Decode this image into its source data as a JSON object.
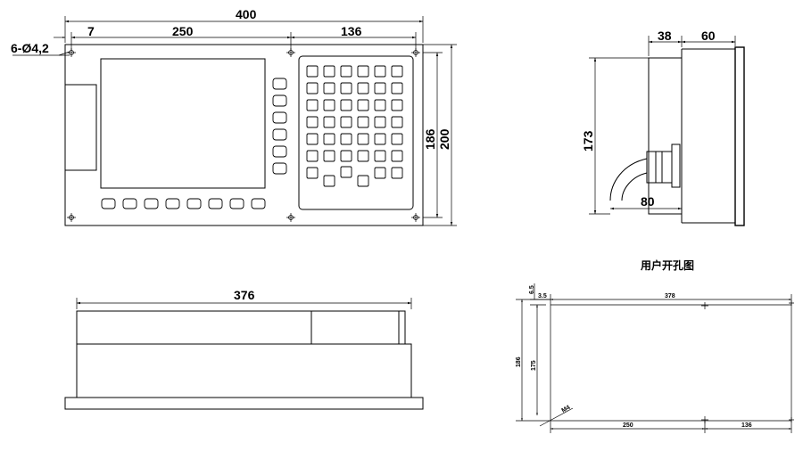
{
  "front_view": {
    "dims": {
      "overall_width": "400",
      "hole_offset": "7",
      "screen_span": "250",
      "keypad_span": "136",
      "holes_note": "6-Ø4,2",
      "height_inner": "186",
      "height_outer": "200"
    },
    "side_keys": 6,
    "bottom_keys": 8,
    "keypad_rows": 7,
    "keypad_cols": 6
  },
  "side_view": {
    "dims": {
      "depth_body": "38",
      "depth_front": "60",
      "height": "173",
      "connector_depth": "80"
    }
  },
  "bottom_view": {
    "dims": {
      "width": "376"
    }
  },
  "cutout_view": {
    "title": "用户开孔图",
    "dims": {
      "top_offset": "6.5",
      "left_offset": "3.5",
      "width": "378",
      "height_outer": "186",
      "height_inner": "175",
      "bottom_left": "250",
      "bottom_right": "136",
      "thread": "M4"
    }
  }
}
